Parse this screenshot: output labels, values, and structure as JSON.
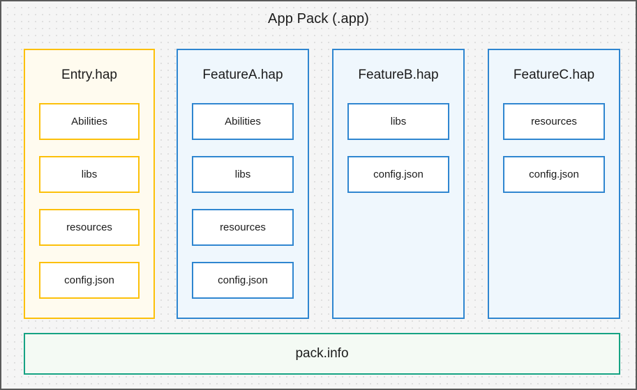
{
  "diagram": {
    "title": "App Pack (.app)",
    "colors": {
      "canvas_background": "#f5f5f5",
      "canvas_border": "#5a5a5a",
      "entry_border": "#fcc00a",
      "entry_fill": "#fffbef",
      "feature_border": "#2f86d0",
      "feature_fill": "#eff7fd",
      "packinfo_border": "#16a383",
      "packinfo_fill": "#f4faf4",
      "item_fill": "#ffffff",
      "text": "#1b1b1b"
    },
    "modules": [
      {
        "id": "entry",
        "title": "Entry.hap",
        "kind": "entry",
        "items": [
          {
            "label": "Abilities"
          },
          {
            "label": "libs"
          },
          {
            "label": "resources"
          },
          {
            "label": "config.json"
          }
        ]
      },
      {
        "id": "feature-a",
        "title": "FeatureA.hap",
        "kind": "feature",
        "items": [
          {
            "label": "Abilities"
          },
          {
            "label": "libs"
          },
          {
            "label": "resources"
          },
          {
            "label": "config.json"
          }
        ]
      },
      {
        "id": "feature-b",
        "title": "FeatureB.hap",
        "kind": "feature",
        "items": [
          {
            "label": "libs"
          },
          {
            "label": "config.json"
          }
        ]
      },
      {
        "id": "feature-c",
        "title": "FeatureC.hap",
        "kind": "feature",
        "items": [
          {
            "label": "resources"
          },
          {
            "label": "config.json"
          }
        ]
      }
    ],
    "packinfo": {
      "label": "pack.info"
    }
  }
}
